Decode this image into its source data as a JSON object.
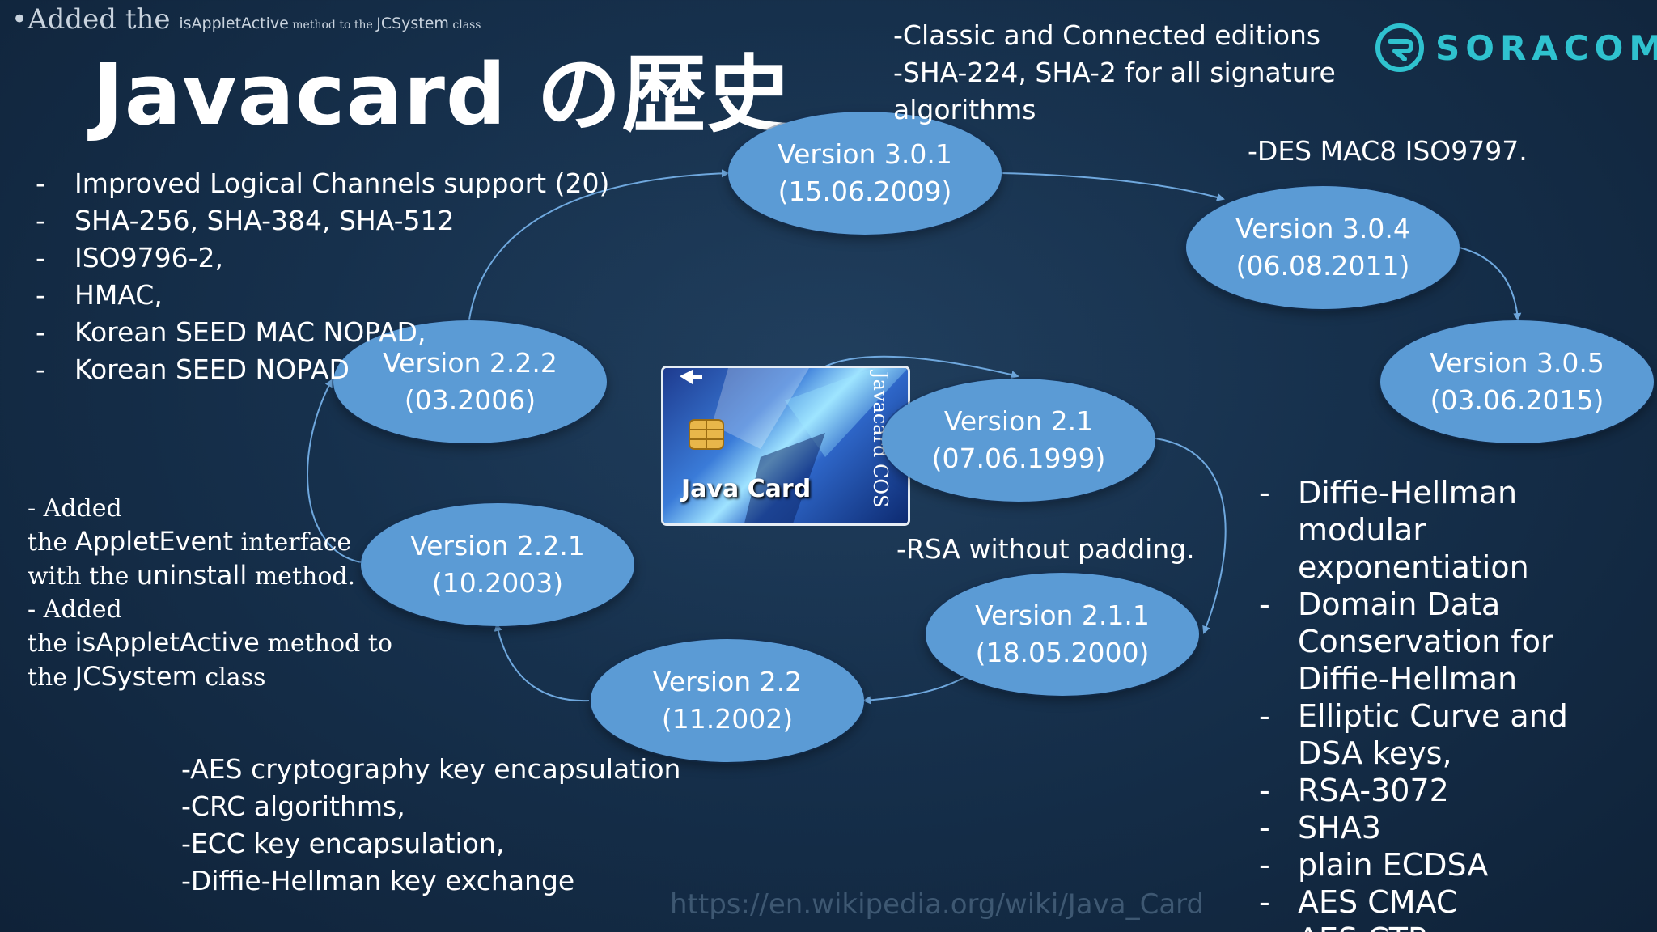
{
  "title": "Javacard の歴史",
  "top_note": {
    "prefix": "•Added the ",
    "method": "isAppletActive",
    "mid": " method to the ",
    "cls": "JCSystem",
    "suffix": " class"
  },
  "logo": {
    "text": "SORACOM",
    "color": "#2fc2cf"
  },
  "versions": [
    {
      "name": "Version 3.0.1",
      "date": "(15.06.2009)"
    },
    {
      "name": "Version 3.0.4",
      "date": "(06.08.2011)"
    },
    {
      "name": "Version 3.0.5",
      "date": "(03.06.2015)"
    },
    {
      "name": "Version 2.2.2",
      "date": "(03.2006)"
    },
    {
      "name": "Version 2.1",
      "date": "(07.06.1999)"
    },
    {
      "name": "Version 2.2.1",
      "date": "(10.2003)"
    },
    {
      "name": "Version 2.1.1",
      "date": "(18.05.2000)"
    },
    {
      "name": "Version 2.2",
      "date": "(11.2002)"
    }
  ],
  "notes": {
    "v301": [
      "-Classic and Connected editions",
      "-SHA-224, SHA-2 for all signature",
      "algorithms"
    ],
    "v304": "-DES MAC8 ISO9797.",
    "v222": [
      "Improved Logical Channels support (20)",
      "SHA-256, SHA-384, SHA-512",
      "ISO9796-2,",
      "HMAC,",
      "Korean SEED MAC NOPAD,",
      "Korean SEED NOPAD"
    ],
    "v211": "-RSA without padding.",
    "v221": {
      "l1": "- Added",
      "l2a": "the ",
      "l2b": "AppletEvent",
      "l2c": " interface",
      "l3a": "with the  ",
      "l3b": "uninstall",
      "l3c": " method.",
      "l4": "- Added",
      "l5a": "the ",
      "l5b": "isAppletActive",
      "l5c": " method to",
      "l6a": "the ",
      "l6b": "JCSystem",
      "l6c": " class"
    },
    "v22": [
      "-AES cryptography key encapsulation",
      "-CRC algorithms,",
      "-ECC key encapsulation,",
      "-Diffie-Hellman key exchange"
    ],
    "v305": [
      "Diffie-Hellman modular exponentiation",
      "Domain Data Conservation for Diffie-Hellman",
      "Elliptic Curve and DSA keys,",
      "RSA-3072",
      "SHA3",
      "plain ECDSA",
      "AES CMAC",
      "AES CTR."
    ]
  },
  "card": {
    "label": "Java Card",
    "side": "Javacard COS"
  },
  "url": "https://en.wikipedia.org/wiki/Java_Card",
  "colors": {
    "oval": "#5b9bd5",
    "connector": "#6fa8de",
    "background": "#16304c"
  }
}
